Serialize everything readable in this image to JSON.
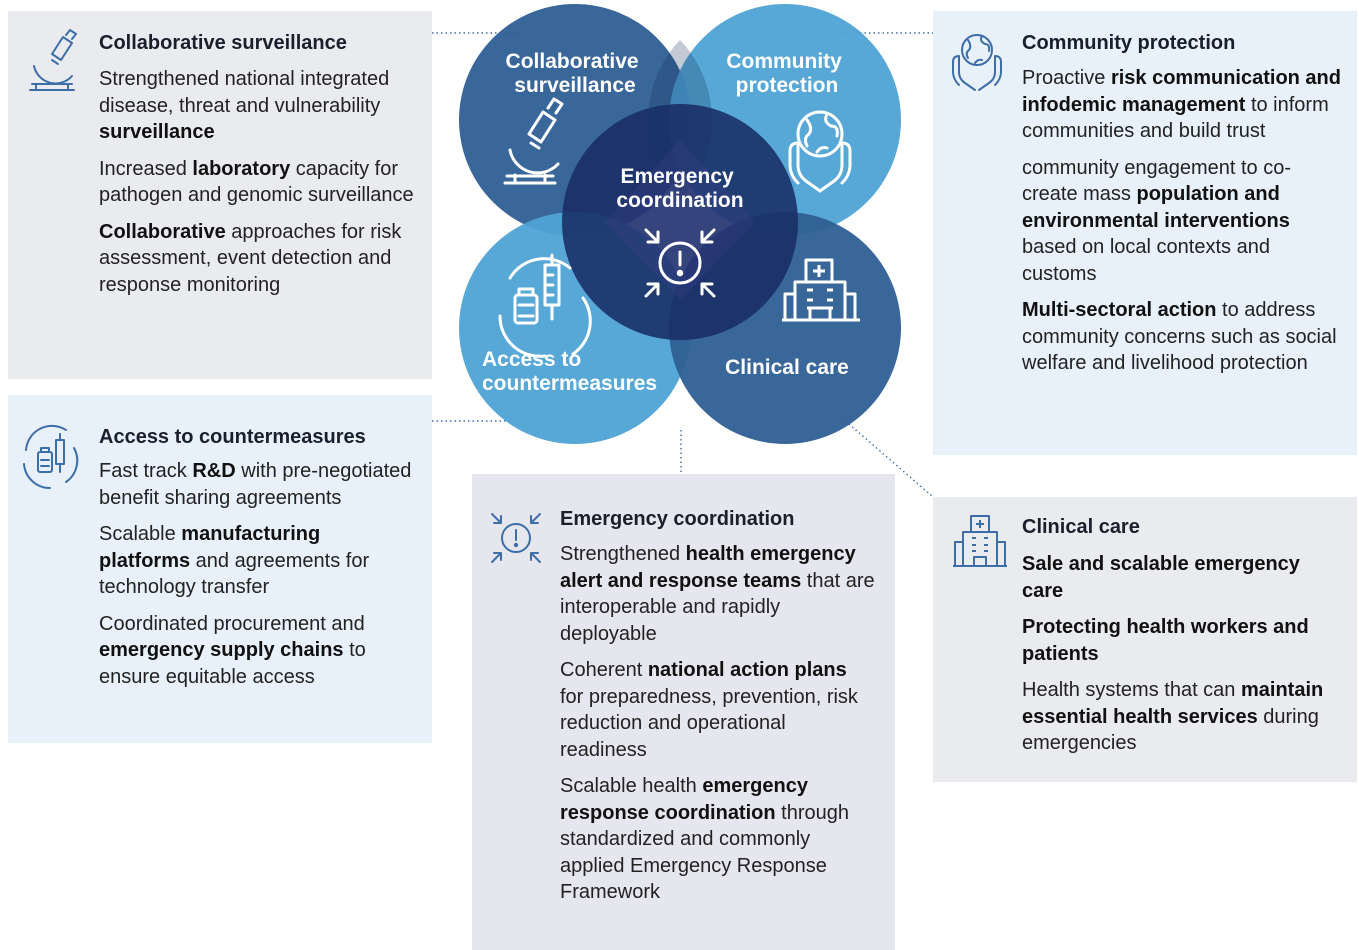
{
  "center": {
    "surveillance": [
      "Collaborative",
      "surveillance"
    ],
    "protection": [
      "Community",
      "protection"
    ],
    "countermeasures": [
      "Access to",
      "countermeasures"
    ],
    "clinical": "Clinical care",
    "coordination": [
      "Emergency",
      "coordination"
    ]
  },
  "colors": {
    "surveillance": "#2f5f94",
    "protection": "#4ea3d4",
    "countermeasures": "#4ea3d4",
    "clinical": "#2f5f94",
    "coordination": "#182e64",
    "icon_stroke": "#3d6ea8"
  },
  "panels": {
    "surveillance": {
      "title": "Collaborative surveillance",
      "paras": [
        "Strengthened national integrated disease, threat and vulnerability <b>surveillance</b>",
        "Increased <b>laboratory</b> capacity for pathogen and genomic surveillance",
        "<b>Collaborative</b> approaches for risk assessment, event detection and response monitoring"
      ]
    },
    "countermeasures": {
      "title": "Access to countermeasures",
      "paras": [
        "Fast track <b>R&amp;D</b> with pre-negotiated benefit sharing agreements",
        "Scalable <b>manufacturing platforms</b> and agreements for technology transfer",
        "Coordinated procurement and <b>emergency supply chains</b> to ensure equitable access"
      ]
    },
    "coordination": {
      "title": "Emergency coordination",
      "paras": [
        "Strengthened <b>health emergency alert and response teams</b> that are interoperable and rapidly deployable",
        "Coherent <b>national action plans</b> for preparedness, prevention, risk reduction and operational readiness",
        "Scalable health <b>emergency response coordination</b> through standardized and commonly applied Emergency Response Framework"
      ]
    },
    "protection": {
      "title": "Community protection",
      "paras": [
        "Proactive <b>risk communication and infodemic management</b> to inform communities and build trust",
        "community engagement to co-create mass <b>population and environmental interventions</b> based on local contexts and customs",
        "<b>Multi-sectoral action</b> to address community concerns such as social welfare and livelihood protection"
      ]
    },
    "clinical": {
      "title": "Clinical care",
      "paras": [
        "<b>Sale and scalable emergency care</b>",
        "<b>Protecting health workers and patients</b>",
        "Health systems that can <b>maintain essential health services</b> during emergencies"
      ]
    }
  }
}
